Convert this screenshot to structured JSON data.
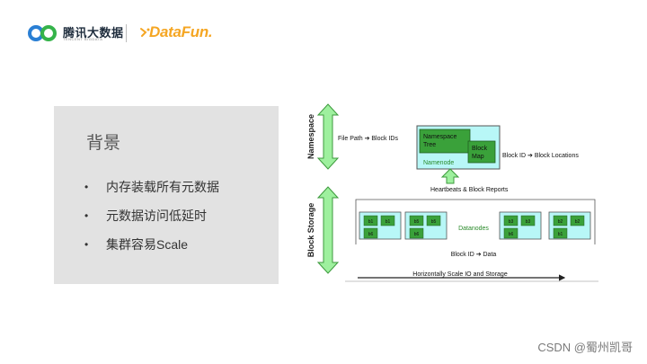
{
  "header": {
    "brand_name": "腾讯大数据",
    "brand_subtitle": "TENCENT BIGDATA",
    "partner_name": "DataFun."
  },
  "panel": {
    "title": "背景",
    "bullets": [
      "内存装载所有元数据",
      "元数据访问低延时",
      "集群容易Scale"
    ]
  },
  "diagram": {
    "namespace_label": "Namespace",
    "block_storage_label": "Block Storage",
    "file_path_label": "File Path ➔ Block IDs",
    "namespace_tree_label": [
      "Namespace",
      "Tree"
    ],
    "block_map_label": [
      "Block",
      "Map"
    ],
    "namenode_label": "Namenode",
    "block_locations_label": "Block ID ➔ Block Locations",
    "heartbeats_label": "Heartbeats & Block Reports",
    "datanodes_label": "Datanodes",
    "block_data_label": "Block ID ➔ Data",
    "scale_label": "Horizontally Scale IO and Storage",
    "datanode_blocks": [
      [
        "b1",
        "b1",
        "b6"
      ],
      [
        "b5",
        "b5",
        "b6"
      ],
      [
        "b3",
        "b3",
        "b6"
      ],
      [
        "b2",
        "b2",
        "b1"
      ]
    ]
  },
  "watermark": "CSDN @蜀州凯哥",
  "colors": {
    "green_fill": "#9ef09e",
    "green_stroke": "#3c9a3c",
    "cyan_fill": "#b8f7f7",
    "namenode_green": "#3aa13a",
    "partner_orange": "#f5a623"
  }
}
